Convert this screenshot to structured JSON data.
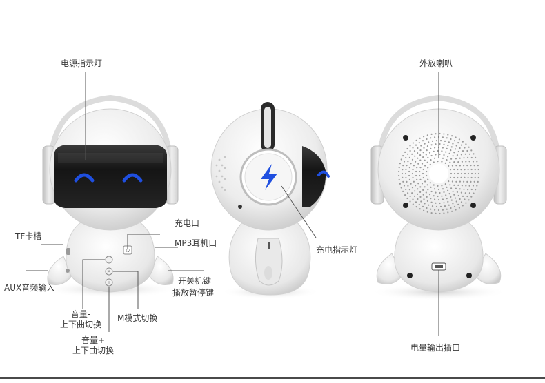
{
  "labels": {
    "power_indicator": "电源指示灯",
    "tf_slot": "TF卡槽",
    "aux_input": "AUX音频输入",
    "charge_port": "充电口",
    "mp3_headphone": "MP3耳机口",
    "power_key": "开关机键",
    "play_pause_key": "播放暂停键",
    "mode_switch": "M模式切换",
    "vol_minus_line1": "音量-",
    "vol_minus_line2": "上下曲切换",
    "vol_plus_line1": "音量+",
    "vol_plus_line2": "上下曲切换",
    "charge_indicator": "充电指示灯",
    "external_speaker": "外放喇叭",
    "power_output_port": "电量输出插口"
  },
  "button_glyphs": {
    "minus": "-",
    "mode": "M",
    "plus": "+",
    "charge_port": "5V"
  },
  "colors": {
    "eye_blue": "#1f4fe0",
    "visor_dark": "#1b1b1b",
    "body_white": "#f4f4f4",
    "shade": "#d9d9d9",
    "line": "#555555"
  }
}
